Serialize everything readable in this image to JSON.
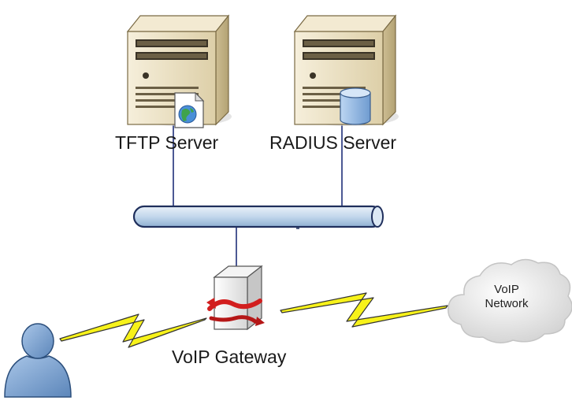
{
  "diagram": {
    "nodes": {
      "tftp_server": {
        "label": "TFTP Server",
        "icon": "server-tower-with-globe-document"
      },
      "radius_server": {
        "label": "RADIUS Server",
        "icon": "server-tower-with-database"
      },
      "voip_gateway": {
        "label": "VoIP Gateway",
        "icon": "gateway-box"
      },
      "voip_network": {
        "label_line1": "VoIP",
        "label_line2": "Network",
        "icon": "cloud"
      },
      "user": {
        "icon": "user-person"
      }
    },
    "links": [
      {
        "from": "tftp_server",
        "to": "lan_bus",
        "style": "wired"
      },
      {
        "from": "radius_server",
        "to": "lan_bus",
        "style": "wired"
      },
      {
        "from": "lan_bus",
        "to": "voip_gateway",
        "style": "wired"
      },
      {
        "from": "user",
        "to": "voip_gateway",
        "style": "lightning"
      },
      {
        "from": "voip_gateway",
        "to": "voip_network",
        "style": "lightning"
      }
    ],
    "colors": {
      "bus": "#c9dcee",
      "bus_outline": "#1f2f5c",
      "lightning": "#f7f21a",
      "lightning_outline": "#333333",
      "wire": "#1f2f7a",
      "server_body": "#ece1c4",
      "user": "#7fa6d4",
      "cloud": "#e4e4e4",
      "gateway_arrow": "#d21e1e"
    }
  }
}
